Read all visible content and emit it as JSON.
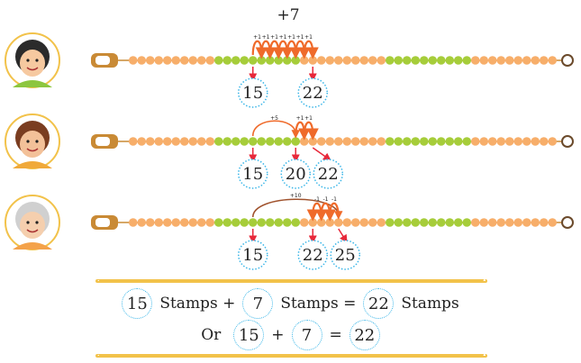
{
  "colors": {
    "orange_bead": "#f7ae6a",
    "green_bead": "#a6cd3a",
    "clasp": "#c98a35",
    "hop": "#ef6a2a",
    "down_arrow": "#e8283a",
    "circle": "#3bb6e8",
    "dash": "#f2c24a"
  },
  "title": "+7",
  "bead_count": 50,
  "rows": [
    {
      "character": "girl",
      "marks": [
        {
          "value": 15,
          "label": "15"
        },
        {
          "value": 22,
          "label": "22"
        }
      ],
      "hops": [
        {
          "from": 15,
          "to": 16,
          "label": "+1"
        },
        {
          "from": 16,
          "to": 17,
          "label": "+1"
        },
        {
          "from": 17,
          "to": 18,
          "label": "+1"
        },
        {
          "from": 18,
          "to": 19,
          "label": "+1"
        },
        {
          "from": 19,
          "to": 20,
          "label": "+1"
        },
        {
          "from": 20,
          "to": 21,
          "label": "+1"
        },
        {
          "from": 21,
          "to": 22,
          "label": "+1"
        }
      ]
    },
    {
      "character": "woman",
      "marks": [
        {
          "value": 15,
          "label": "15"
        },
        {
          "value": 20,
          "label": "20"
        },
        {
          "value": 22,
          "label": "22"
        }
      ],
      "hops": [
        {
          "from": 15,
          "to": 20,
          "label": "+5"
        },
        {
          "from": 20,
          "to": 21,
          "label": "+1"
        },
        {
          "from": 21,
          "to": 22,
          "label": "+1"
        }
      ]
    },
    {
      "character": "grandmother",
      "marks": [
        {
          "value": 15,
          "label": "15"
        },
        {
          "value": 22,
          "label": "22"
        },
        {
          "value": 25,
          "label": "25"
        }
      ],
      "hops": [
        {
          "from": 15,
          "to": 25,
          "label": "+10"
        },
        {
          "from": 25,
          "to": 24,
          "label": "-1"
        },
        {
          "from": 24,
          "to": 23,
          "label": "-1"
        },
        {
          "from": 23,
          "to": 22,
          "label": "-1"
        }
      ]
    }
  ],
  "equation1": {
    "a": "15",
    "word1": "Stamps +",
    "b": "7",
    "word2": "Stamps =",
    "c": "22",
    "word3": "Stamps"
  },
  "equation2": {
    "or": "Or",
    "a": "15",
    "plus": "+",
    "b": "7",
    "eq": "=",
    "c": "22"
  }
}
